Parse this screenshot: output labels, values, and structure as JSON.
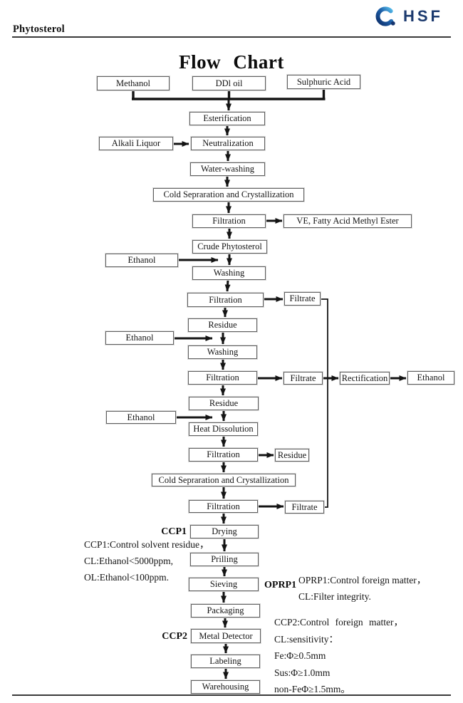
{
  "header": {
    "product": "Phytosterol",
    "brand": "HSF"
  },
  "title": "Flow Chart",
  "flow": {
    "nodes": [
      {
        "label": "Methanol"
      },
      {
        "label": "DDl oil"
      },
      {
        "label": "Sulphuric Acid"
      },
      {
        "label": "Esterification"
      },
      {
        "label": "Alkali Liquor"
      },
      {
        "label": "Neutralization"
      },
      {
        "label": "Water-washing"
      },
      {
        "label": "Cold Sepraration and Crystallization"
      },
      {
        "label": "Filtration"
      },
      {
        "label": "VE, Fatty Acid Methyl Ester"
      },
      {
        "label": "Crude Phytosterol"
      },
      {
        "label": "Ethanol"
      },
      {
        "label": "Washing"
      },
      {
        "label": "Filtration"
      },
      {
        "label": "Filtrate"
      },
      {
        "label": "Residue"
      },
      {
        "label": "Ethanol"
      },
      {
        "label": "Washing"
      },
      {
        "label": "Filtration"
      },
      {
        "label": "Filtrate"
      },
      {
        "label": "Rectification"
      },
      {
        "label": "Ethanol"
      },
      {
        "label": "Residue"
      },
      {
        "label": "Ethanol"
      },
      {
        "label": "Heat Dissolution"
      },
      {
        "label": "Filtration"
      },
      {
        "label": "Residue"
      },
      {
        "label": "Cold Sepraration and Crystallization"
      },
      {
        "label": "Filtration"
      },
      {
        "label": "Filtrate"
      },
      {
        "label": "Drying"
      },
      {
        "label": "Prilling"
      },
      {
        "label": "Sieving"
      },
      {
        "label": "Packaging"
      },
      {
        "label": "Metal Detector"
      },
      {
        "label": "Labeling"
      },
      {
        "label": "Warehousing"
      }
    ]
  },
  "annotations": {
    "ccp1": {
      "label": "CCP1",
      "lines": [
        "CCP1:Control solvent residue，",
        "CL:Ethanol<5000ppm,",
        "OL:Ethanol<100ppm."
      ]
    },
    "oprp1": {
      "label": "OPRP1",
      "lines": [
        "OPRP1:Control foreign matter，",
        "CL:Filter integrity."
      ]
    },
    "ccp2": {
      "label": "CCP2",
      "lines": [
        "CCP2:Control foreign matter，",
        "CL:sensitivity：",
        "Fe:Φ≥0.5mm",
        "Sus:Φ≥1.0mm",
        "non-FeΦ≥1.5mm。"
      ]
    }
  },
  "colors": {
    "line": "#141414",
    "box_border": "#5f5f5f",
    "brand_navy": "#1c3a6e",
    "icon_blue_dark": "#0e2f6b",
    "icon_blue_light": "#53b9e9"
  }
}
